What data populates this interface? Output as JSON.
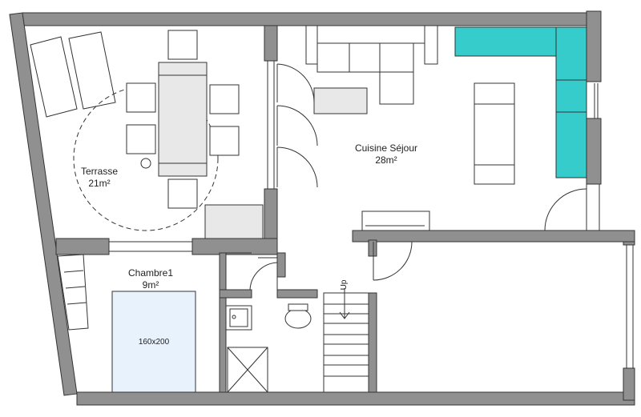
{
  "colors": {
    "wall": "#909090",
    "kitchen_counter": "#36cccc",
    "bed": "#e8f2fd",
    "furniture_grey": "#e8e8e8"
  },
  "rooms": {
    "terrasse": {
      "name": "Terrasse",
      "area": "21m²"
    },
    "sejour": {
      "name": "Cuisine Séjour",
      "area": "28m²"
    },
    "chambre": {
      "name": "Chambre1",
      "area": "9m²"
    }
  },
  "bed": {
    "label": "160x200"
  },
  "stairs": {
    "label": "Up"
  }
}
